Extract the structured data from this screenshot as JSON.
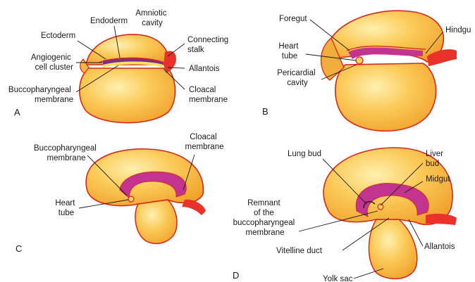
{
  "panels": [
    {
      "letter": "A",
      "labels": {
        "endoderm": "Endoderm",
        "amniotic_cavity": [
          "Amniotic",
          "cavity"
        ],
        "ectoderm": "Ectoderm",
        "connecting_stalk": [
          "Connecting",
          "stalk"
        ],
        "angiogenic_cell_cluster": [
          "Angiogenic",
          "cell cluster"
        ],
        "allantois": "Allantois",
        "buccopharyngeal_membrane": [
          "Buccopharyngeal",
          "membrane"
        ],
        "cloacal_membrane": [
          "Cloacal",
          "membrane"
        ]
      }
    },
    {
      "letter": "B",
      "labels": {
        "foregut": "Foregut",
        "hindgut": "Hindgu",
        "heart_tube": [
          "Heart",
          "tube"
        ],
        "pericardial_cavity": [
          "Pericardial",
          "cavity"
        ]
      }
    },
    {
      "letter": "C",
      "labels": {
        "buccopharyngeal_membrane": [
          "Buccopharyngeal",
          "membrane"
        ],
        "cloacal_membrane": [
          "Cloacal",
          "membrane"
        ],
        "heart_tube": [
          "Heart",
          "tube"
        ]
      }
    },
    {
      "letter": "D",
      "labels": {
        "lung_bud": "Lung bud",
        "liver_bud": [
          "Liver",
          "bud"
        ],
        "midgut": "Midgut",
        "remnant_buccopharyngeal": [
          "Remnant",
          "of the",
          "buccopharyngeal",
          "membrane"
        ],
        "vitelline_duct": "Vitelline duct",
        "allantois": "Allantois",
        "yolk_sac": "Yolk sac"
      }
    }
  ],
  "colors": {
    "tissue": "#f6b13a",
    "tissue_light": "#fde08a",
    "outline": "#d9261c",
    "gut": "#c2348f",
    "stalk": "#e8322a"
  }
}
